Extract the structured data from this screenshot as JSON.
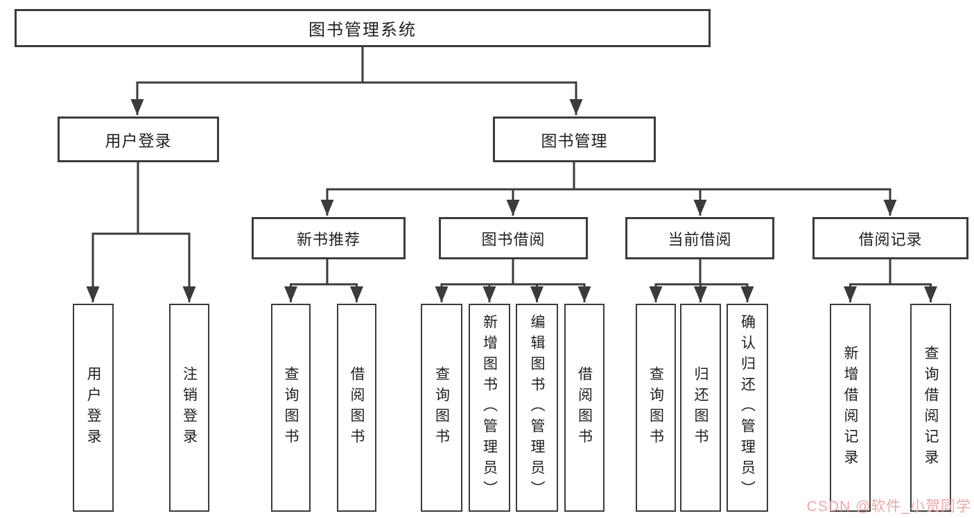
{
  "diagram": {
    "title": "图书管理系统",
    "tree": {
      "root": {
        "label": "图书管理系统"
      },
      "branches": [
        {
          "label": "用户登录",
          "children": [
            {
              "label": "用户登录"
            },
            {
              "label": "注销登录"
            }
          ]
        },
        {
          "label": "图书管理",
          "children": [
            {
              "label": "新书推荐",
              "children": [
                {
                  "label": "查询图书"
                },
                {
                  "label": "借阅图书"
                }
              ]
            },
            {
              "label": "图书借阅",
              "children": [
                {
                  "label": "查询图书"
                },
                {
                  "label": "新增图书（管理员）"
                },
                {
                  "label": "编辑图书（管理员）"
                },
                {
                  "label": "借阅图书"
                }
              ]
            },
            {
              "label": "当前借阅",
              "children": [
                {
                  "label": "查询图书"
                },
                {
                  "label": "归还图书"
                },
                {
                  "label": "确认归还（管理员）"
                }
              ]
            },
            {
              "label": "借阅记录",
              "children": [
                {
                  "label": "新增借阅记录"
                },
                {
                  "label": "查询借阅记录"
                }
              ]
            }
          ]
        }
      ]
    },
    "colors": {
      "line": "#3b3b3b",
      "text": "#1f1f1f",
      "box_background": "#ffffff",
      "watermark": "#efa6a6"
    },
    "watermark": {
      "text": "CSDN @软件_小贺同学"
    }
  }
}
